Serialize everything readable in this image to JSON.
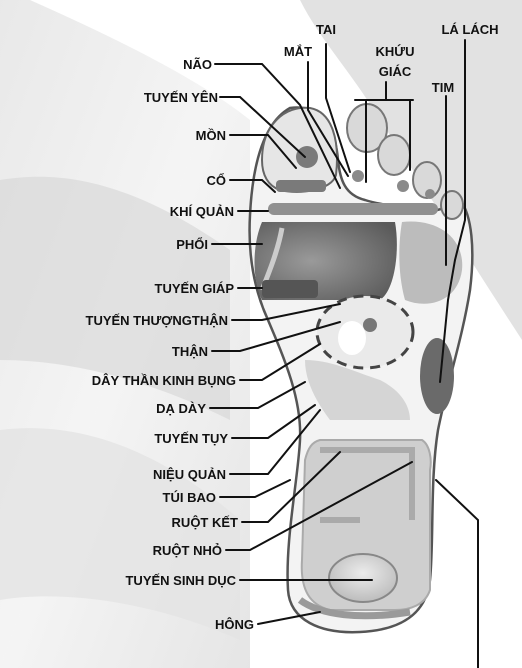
{
  "labels": {
    "nao": "NÃO",
    "tuyen_yen": "TUYẾN YÊN",
    "mon": "MỒN",
    "co": "CỔ",
    "khi_quan": "KHÍ QUẢN",
    "phoi": "PHỔI",
    "tuyen_giap": "TUYẾN GIÁP",
    "tuyen_thuong_than": "TUYẾN THƯỢNGTHẬN",
    "than": "THẬN",
    "day_than_kinh_bung": "DÂY THẦN KINH BỤNG",
    "da_day": "DẠ DÀY",
    "tuyen_tuy": "TUYẾN TỤY",
    "nieu_quan": "NIỆU QUẢN",
    "tui_bao": "TÚI BAO",
    "ruot_ket": "RUỘT KẾT",
    "ruot_nho": "RUỘT NHỎ",
    "tuyen_sinh_duc": "TUYẾN SINH DỤC",
    "hong": "HÔNG",
    "tai": "TAI",
    "mat": "MẮT",
    "khuu_giac_1": "KHỨU",
    "khuu_giac_2": "GIÁC",
    "la_lach": "LÁ LÁCH",
    "tim": "TIM"
  },
  "colors": {
    "background_shade": "#dcdcdc",
    "foot_fill": "#f4f4f4",
    "organ_dark": "#6e6e6e",
    "organ_mid": "#a9a9a9",
    "organ_light": "#c8c8c8",
    "line": "#111111"
  }
}
